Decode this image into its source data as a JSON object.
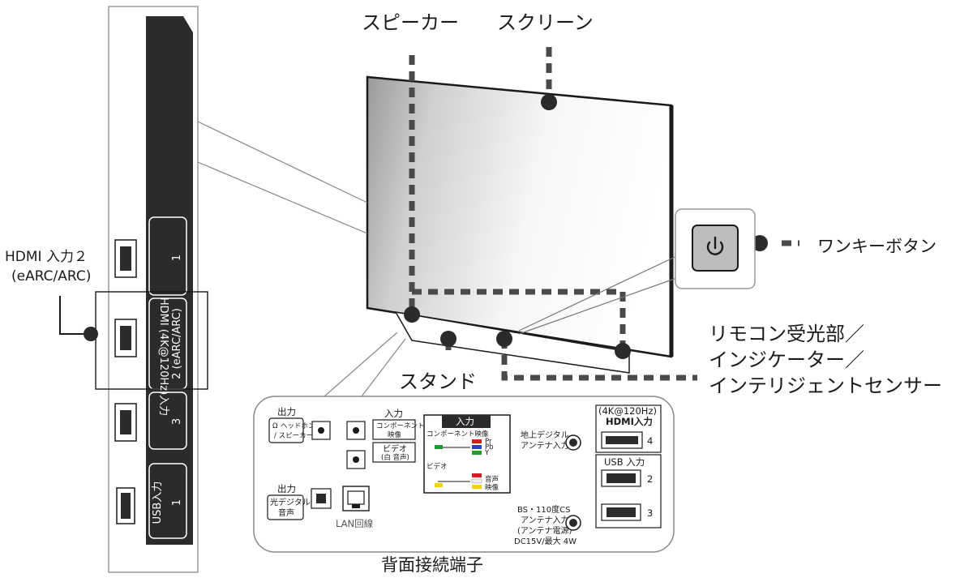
{
  "callouts": {
    "speaker": "スピーカー",
    "screen": "スクリーン",
    "one_key_button": "ワンキーボタン",
    "remote_sensor_line1": "リモコン受光部／",
    "remote_sensor_line2": "インジケーター／",
    "remote_sensor_line3": "インテリジェントセンサー",
    "stand": "スタンド",
    "hdmi_input2_line1": "HDMI 入力２",
    "hdmi_input2_line2": "(eARC/ARC)",
    "rear_terminals": "背面接続端子"
  },
  "side_panel": {
    "hdmi_group": "HDMI (4K@120Hz)入力",
    "port_1": "1",
    "port_2": "2 (eARC/ARC)",
    "port_3": "3",
    "usb_label": "USB入力",
    "usb_port": "1"
  },
  "rear_panel": {
    "output": "出力",
    "headphone_speaker_line1": "ヘッドホン",
    "headphone_speaker_line2": "/ スピーカー",
    "input": "入力",
    "component_video_line1": "コンポーネント",
    "component_video_line2": "映像",
    "video_line1": "ビデオ",
    "video_line2": "(白 音声)",
    "input_box_title": "入力",
    "component_video_box": "コンポーネント映像",
    "pb": "Pb",
    "pr": "Pr",
    "y": "Y",
    "video": "ビデオ",
    "audio": "音声",
    "video_small": "映像",
    "optical_output": "出力",
    "optical_digital_line1": "光デジタル",
    "optical_digital_line2": "音声",
    "lan": "LAN回線",
    "terrestrial_line1": "地上デジタル",
    "terrestrial_line2": "アンテナ入力",
    "bs_line1": "BS・110度CS",
    "bs_line2": "アンテナ入力",
    "bs_line3": "(アンテナ電源)",
    "bs_line4": "DC15V/最大 4W",
    "hdmi_hz": "(4K@120Hz)",
    "hdmi_input": "HDMI入力",
    "hdmi_port_4": "4",
    "usb_input": "USB 入力",
    "usb_port_2": "2",
    "usb_port_3": "3"
  },
  "colors": {
    "line": "#1a1a1a",
    "panel_dark": "#2b2b2b",
    "screen_light": "#f0f0f0",
    "screen_dark": "#a8a8a8",
    "button_gray": "#bdbdbd"
  }
}
